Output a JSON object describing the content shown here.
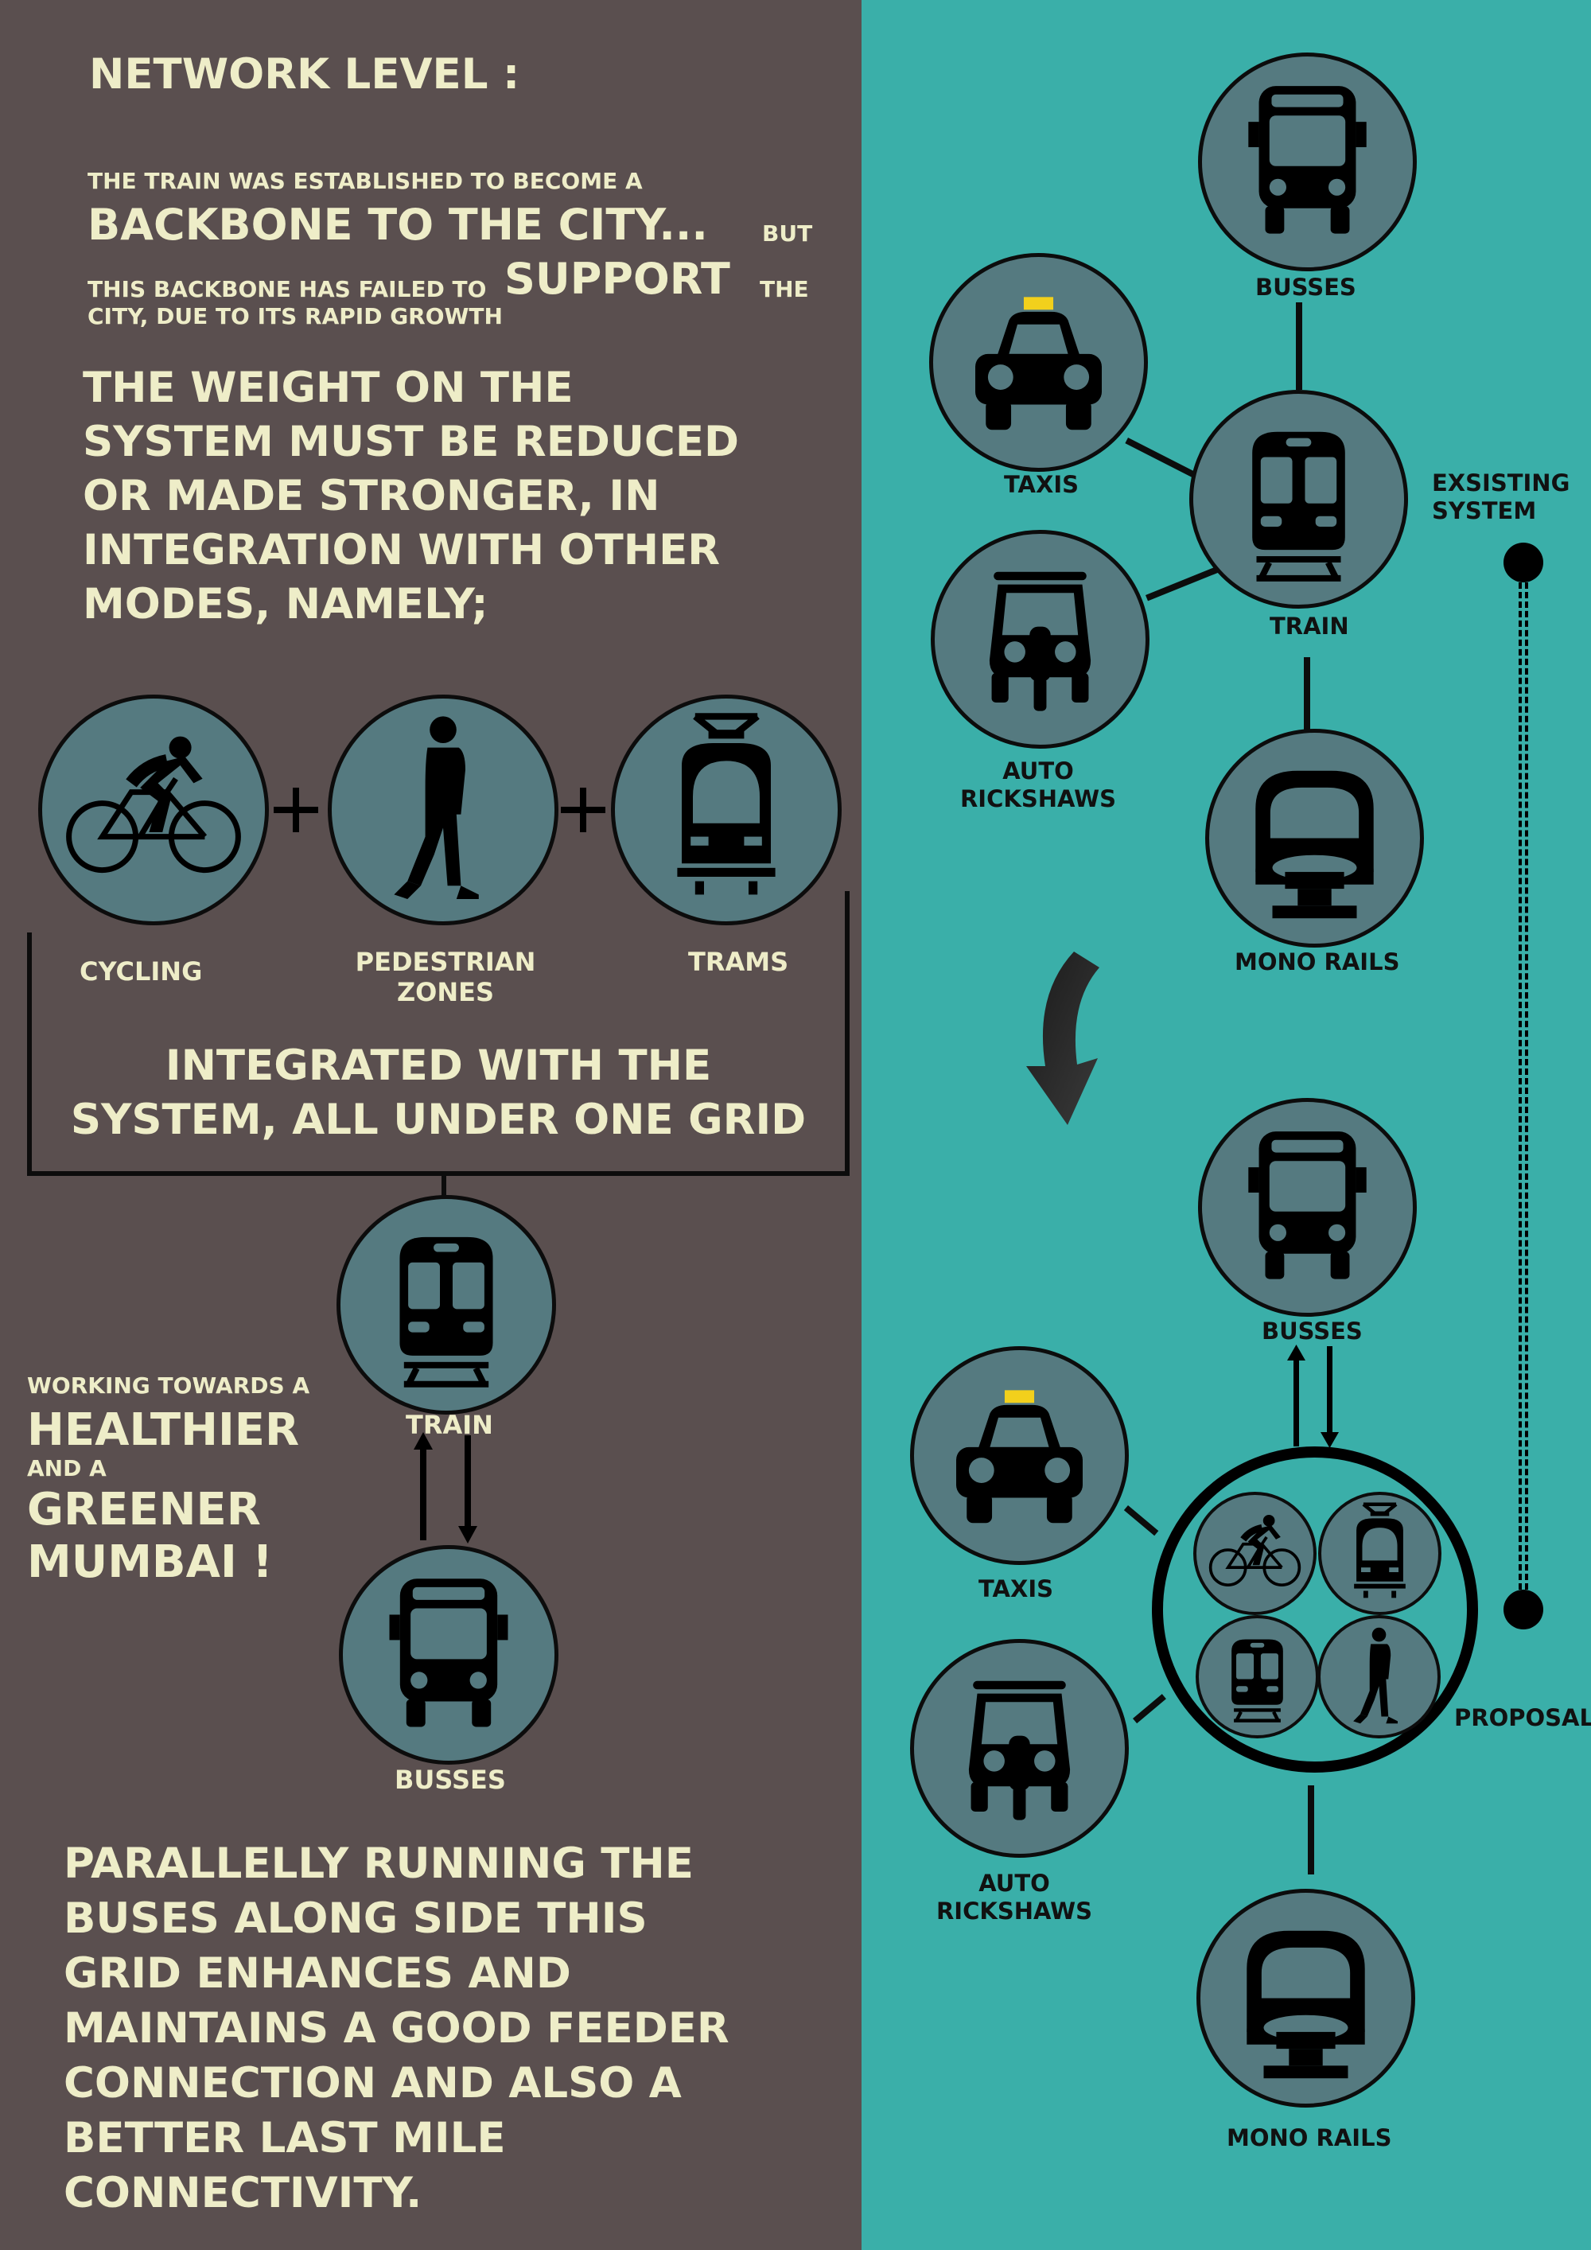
{
  "left": {
    "heading": "NETWORK LEVEL :",
    "intro_line1": "THE TRAIN WAS ESTABLISHED TO BECOME A",
    "intro_big1": "BACKBONE TO THE CITY...",
    "intro_but": "BUT",
    "intro_line3": "THIS BACKBONE HAS FAILED TO",
    "intro_big2": "SUPPORT",
    "intro_the": "THE",
    "intro_line4": "CITY, DUE TO ITS RAPID GROWTH",
    "weight_lines": [
      "THE WEIGHT ON THE",
      "SYSTEM MUST BE REDUCED",
      "OR MADE STRONGER, IN",
      "INTEGRATION WITH OTHER",
      "MODES, NAMELY;"
    ],
    "modes": [
      "CYCLING",
      "PEDESTRIAN",
      "ZONES",
      "TRAMS"
    ],
    "integrated_lines": [
      "INTEGRATED WITH THE",
      "SYSTEM, ALL UNDER ONE GRID"
    ],
    "train_label": "TRAIN",
    "busses_label": "BUSSES",
    "working": {
      "line1": "WORKING TOWARDS A",
      "big1": "HEALTHIER",
      "line2": "AND A",
      "big2": "GREENER",
      "big3": "MUMBAI !"
    },
    "parallel_lines": [
      "PARALLELLY RUNNING THE",
      "BUSES ALONG SIDE THIS",
      "GRID ENHANCES AND",
      "MAINTAINS A GOOD FEEDER",
      "CONNECTION AND ALSO A",
      "BETTER LAST MILE",
      "CONNECTIVITY."
    ]
  },
  "right": {
    "existing": {
      "busses": "BUSSES",
      "taxis": "TAXIS",
      "train": "TRAIN",
      "auto1": "AUTO",
      "auto2": "RICKSHAWS",
      "mono": "MONO RAILS",
      "system1": "EXSISTING",
      "system2": "SYSTEM"
    },
    "proposal": {
      "busses": "BUSSES",
      "taxis": "TAXIS",
      "auto1": "AUTO",
      "auto2": "RICKSHAWS",
      "mono": "MONO RAILS",
      "label": "PROPOSAL"
    }
  },
  "colors": {
    "left_bg": "#5a4f4f",
    "right_bg": "#3aafa9",
    "circle_fill": "#557a80",
    "cream_text": "#eeedc8",
    "taxi_sign": "#f2d01c"
  },
  "icons": [
    "bicycle-icon",
    "pedestrian-icon",
    "tram-icon",
    "train-icon",
    "bus-icon",
    "taxi-icon",
    "auto-rickshaw-icon",
    "monorail-icon",
    "curved-arrow-icon"
  ]
}
